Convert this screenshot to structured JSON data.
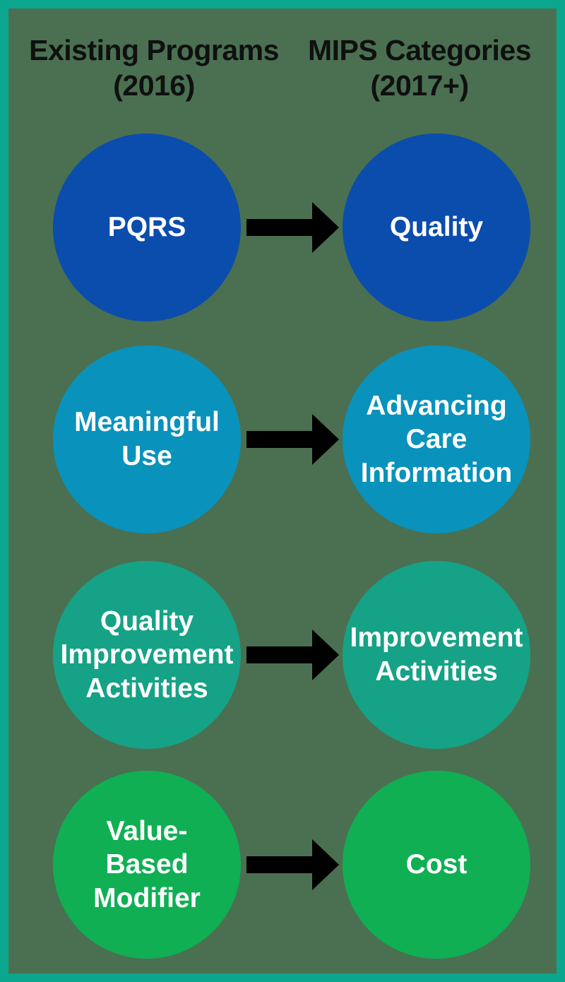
{
  "header": {
    "left_title": "Existing Programs\n(2016)",
    "right_title": "MIPS Categories\n(2017+)"
  },
  "rows": [
    {
      "left": "PQRS",
      "right": "Quality",
      "color": "#0B4DAD"
    },
    {
      "left": "Meaningful\nUse",
      "right": "Advancing\nCare\nInformation",
      "color": "#0992BC"
    },
    {
      "left": "Quality\nImprovement\nActivities",
      "right": "Improvement\nActivities",
      "color": "#16A286"
    },
    {
      "left": "Value-\nBased\nModifier",
      "right": "Cost",
      "color": "#10AF54"
    }
  ],
  "colors": {
    "frame_border": "#0AA68D",
    "background": "#4A7051",
    "arrow": "#000000",
    "title_text": "#101010",
    "circle_text": "#FFFFFF"
  }
}
